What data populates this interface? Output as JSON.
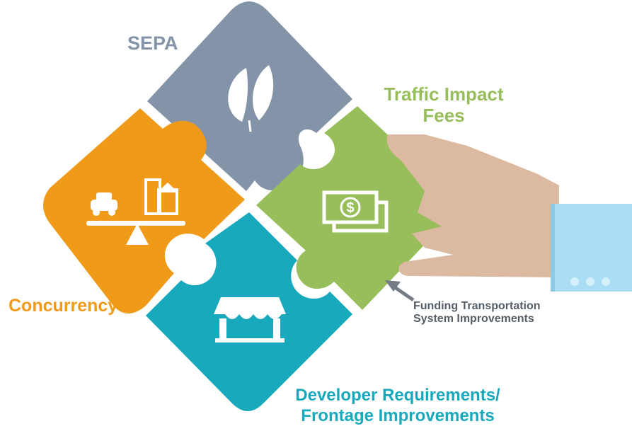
{
  "labels": {
    "sepa": "SEPA",
    "traffic_line1": "Traffic Impact",
    "traffic_line2": "Fees",
    "concurrency": "Concurrency",
    "developer_line1": "Developer Requirements/",
    "developer_line2": "Frontage Improvements",
    "funding_line1": "Funding Transportation",
    "funding_line2": "System Improvements"
  },
  "colors": {
    "sepa": "#8494a8",
    "traffic": "#97be5a",
    "concurrency": "#f09a1a",
    "developer": "#18a9bc",
    "hand": "#dcb9a1",
    "sleeve": "#a9ddf4",
    "arrow": "#737b84",
    "icon": "#ffffff"
  },
  "icons": {
    "sepa": "leaf-icon",
    "traffic": "money-bill-icon",
    "concurrency": "car-building-balance-icon",
    "developer": "storefront-icon",
    "hand": "hand-icon"
  }
}
